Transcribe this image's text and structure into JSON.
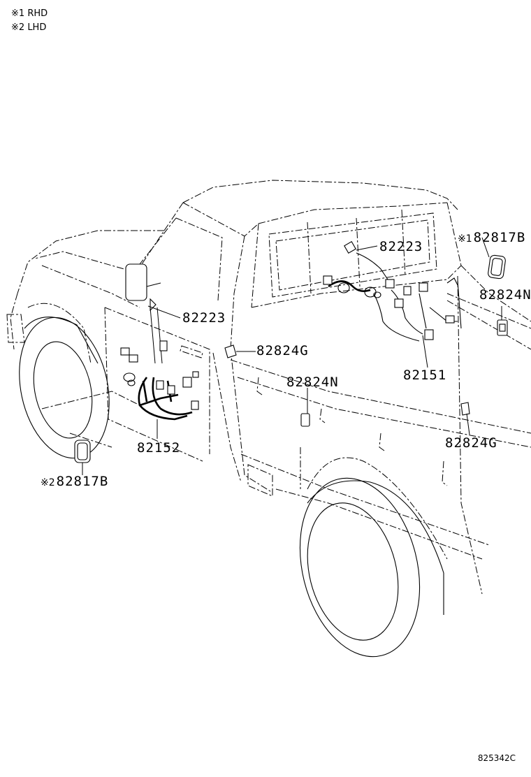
{
  "legend": [
    {
      "mark": "※1",
      "text": "RHD"
    },
    {
      "mark": "※2",
      "text": "LHD"
    }
  ],
  "callouts": [
    {
      "id": "82223-rear",
      "text": "82223",
      "mark": ""
    },
    {
      "id": "82817b-rear",
      "text": "82817B",
      "mark": "※1"
    },
    {
      "id": "82824n-right",
      "text": "82824N",
      "mark": ""
    },
    {
      "id": "82223-front",
      "text": "82223",
      "mark": ""
    },
    {
      "id": "82824g-mid",
      "text": "82824G",
      "mark": ""
    },
    {
      "id": "82824n-mid",
      "text": "82824N",
      "mark": ""
    },
    {
      "id": "82151",
      "text": "82151",
      "mark": ""
    },
    {
      "id": "82824g-right",
      "text": "82824G",
      "mark": ""
    },
    {
      "id": "82152",
      "text": "82152",
      "mark": ""
    },
    {
      "id": "82817b-front",
      "text": "82817B",
      "mark": "※2"
    }
  ],
  "figure_code": "825342C"
}
